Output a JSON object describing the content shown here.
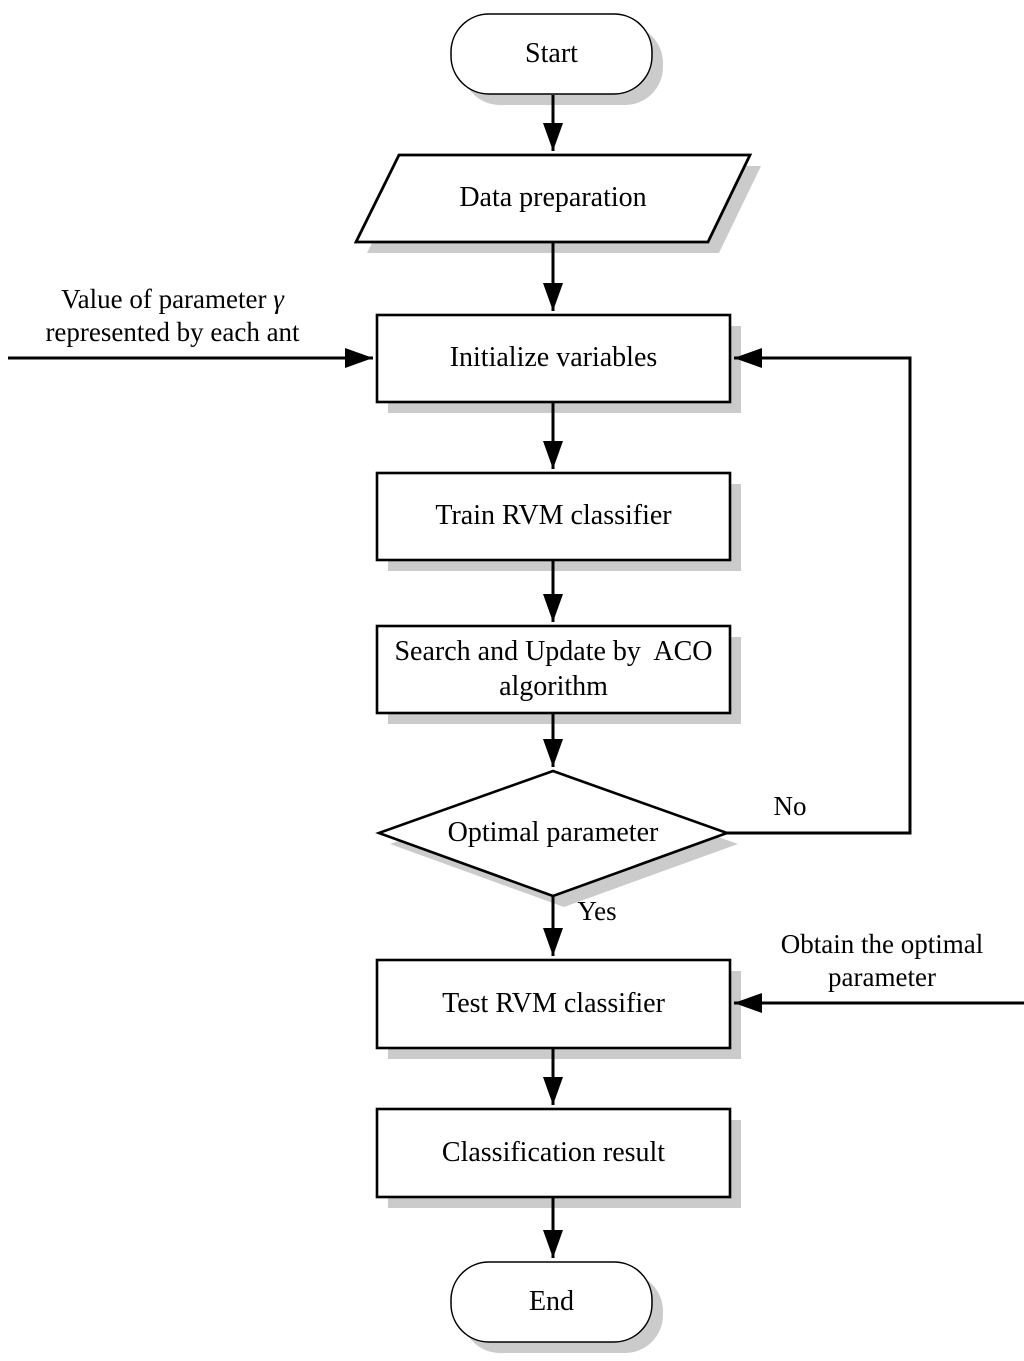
{
  "colors": {
    "line": "#000000",
    "node_fill": "#ffffff",
    "shadow": "#cbcbcb",
    "background": "#ffffff",
    "text": "#000000"
  },
  "nodes": {
    "start": {
      "label": "Start"
    },
    "data_preparation": {
      "label": "Data preparation"
    },
    "initialize_variables": {
      "label": "Initialize variables"
    },
    "train_rvm_classifier": {
      "label": "Train RVM classifier"
    },
    "search_update_aco": {
      "line1": "Search and Update by  ACO",
      "line2": "algorithm"
    },
    "optimal_parameter": {
      "label": "Optimal parameter"
    },
    "test_rvm_classifier": {
      "label": "Test RVM classifier"
    },
    "classification_result": {
      "label": "Classification result"
    },
    "end": {
      "label": "End"
    }
  },
  "edge_labels": {
    "yes": "Yes",
    "no": "No"
  },
  "annotations": {
    "ant_value": {
      "line1_text": "Value of parameter",
      "gamma": "γ",
      "line2": "represented by each ant"
    },
    "obtain_optimal": {
      "line1": "Obtain the optimal",
      "line2": "parameter"
    }
  }
}
